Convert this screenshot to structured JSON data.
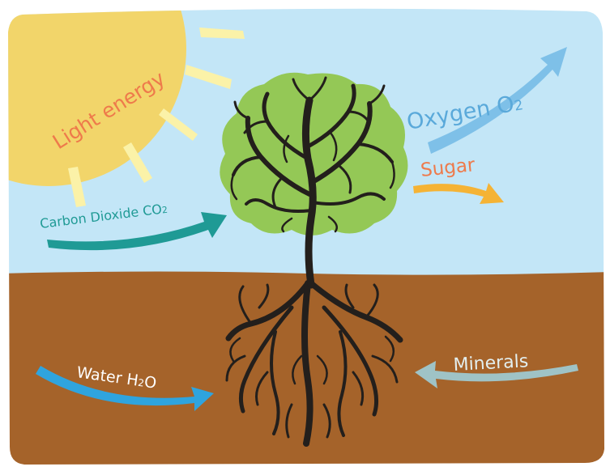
{
  "labels": {
    "light_energy": "Light energy",
    "oxygen": "Oxygen O",
    "oxygen_sub": "2",
    "sugar": "Sugar",
    "carbon_dioxide": "Carbon Dioxide CO",
    "carbon_dioxide_sub": "2",
    "water": "Water H",
    "water_sub": "2",
    "water_tail": "O",
    "minerals": "Minerals"
  },
  "colors": {
    "sky": "#c3e6f7",
    "soil": "#a5632a",
    "sun": "#f2d56a",
    "ray": "#fbf2a8",
    "foliage": "#94c856",
    "trunk": "#231f1c",
    "light_energy_text": "#ee7a4b",
    "oxygen": "#7ec0e8",
    "sugar_text": "#ee7a4b",
    "sugar_arrow": "#f5b335",
    "carbon_dioxide": "#1f9a95",
    "water": "#2fa4de",
    "minerals": "#9fc3c6",
    "label_light": "#ffffff"
  }
}
